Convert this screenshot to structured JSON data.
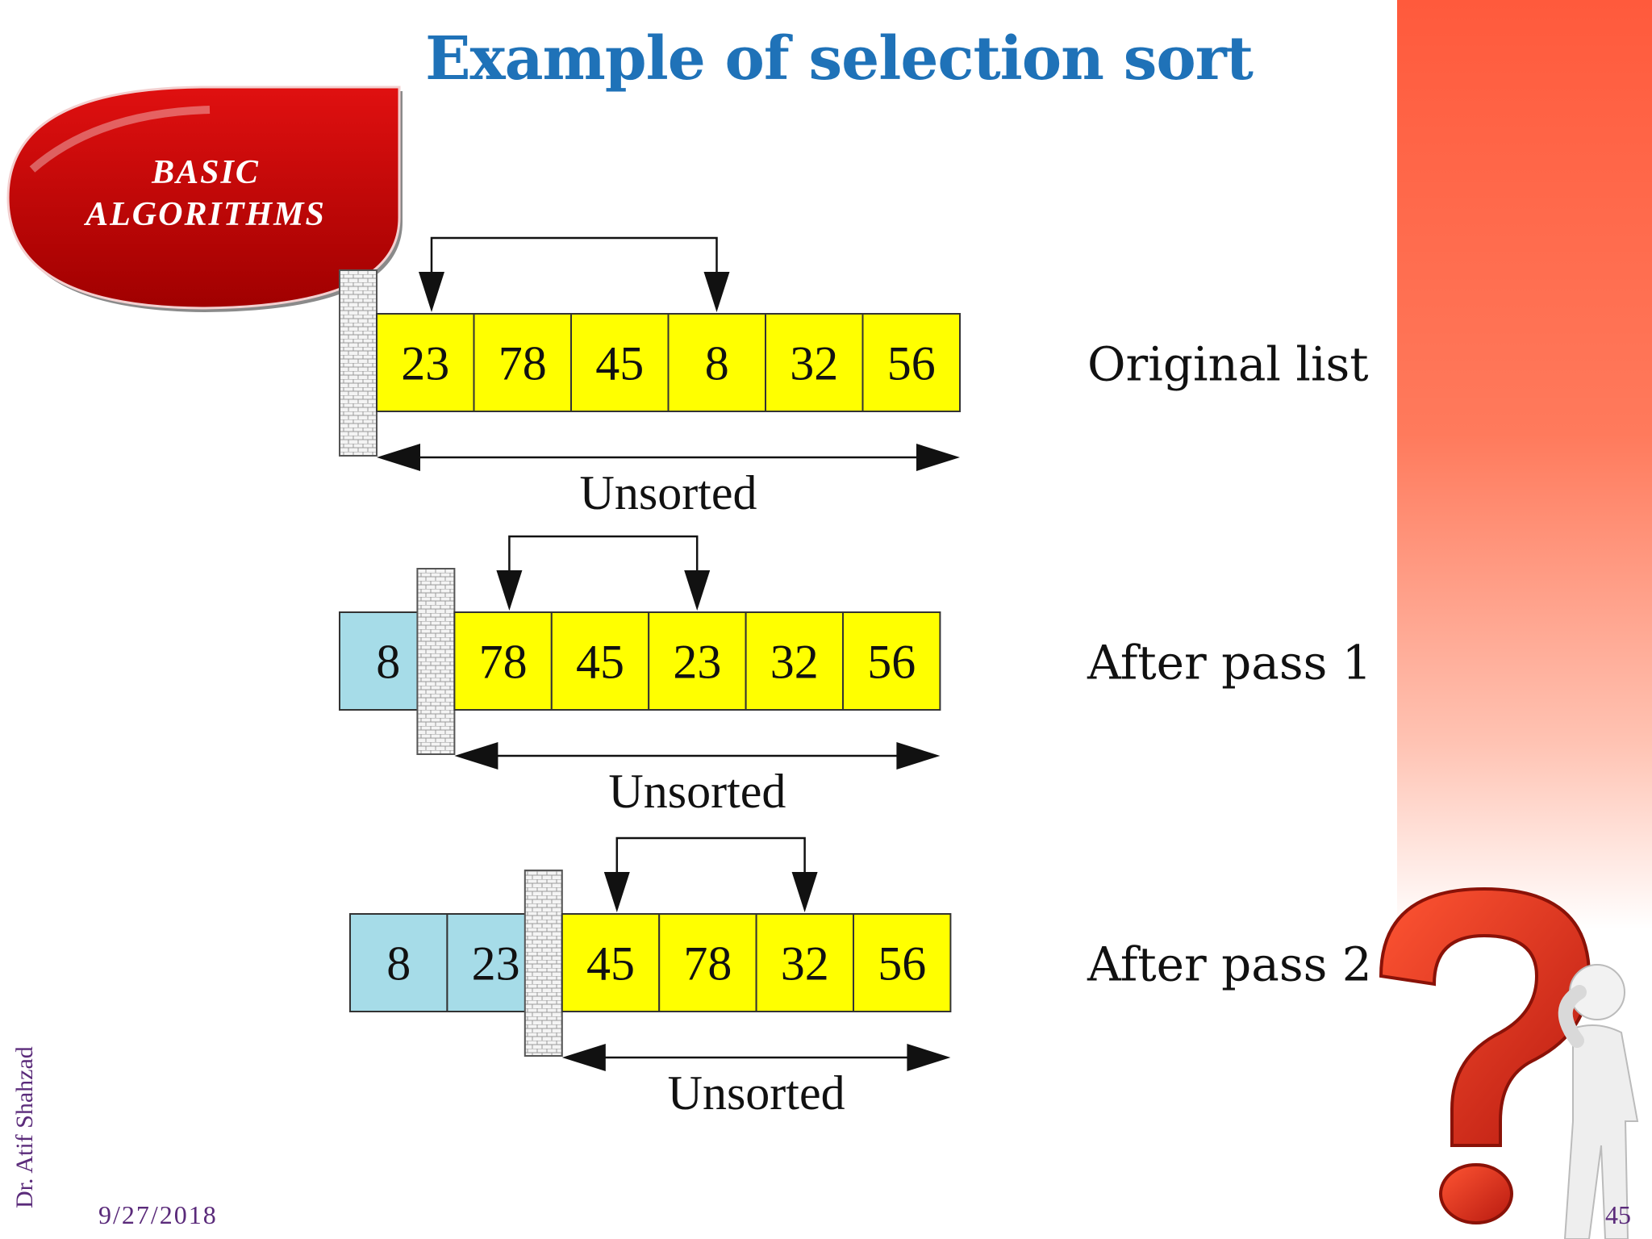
{
  "slide": {
    "title": "Example of selection sort",
    "badge": {
      "line1": "BASIC",
      "line2": "ALGORITHMS"
    },
    "author": "Dr. Atif Shahzad",
    "date": "9/27/2018",
    "page_number": "45"
  },
  "colors": {
    "sorted": "#a6dce8",
    "unsorted": "#ffff00",
    "title": "#1f72b8",
    "badge": "#c00000",
    "footer": "#5a2a7a"
  },
  "icons": [
    "wall-icon",
    "question-mark-figure-icon"
  ],
  "rows": [
    {
      "label": "Original list",
      "sorted_values": [],
      "unsorted_values": [
        "23",
        "78",
        "45",
        "8",
        "32",
        "56"
      ],
      "swap": [
        0,
        3
      ],
      "range_label": "Unsorted"
    },
    {
      "label": "After pass 1",
      "sorted_values": [
        "8"
      ],
      "unsorted_values": [
        "78",
        "45",
        "23",
        "32",
        "56"
      ],
      "swap": [
        0,
        2
      ],
      "range_label": "Unsorted"
    },
    {
      "label": "After pass 2",
      "sorted_values": [
        "8",
        "23"
      ],
      "unsorted_values": [
        "45",
        "78",
        "32",
        "56"
      ],
      "swap": [
        0,
        2
      ],
      "range_label": "Unsorted"
    }
  ]
}
